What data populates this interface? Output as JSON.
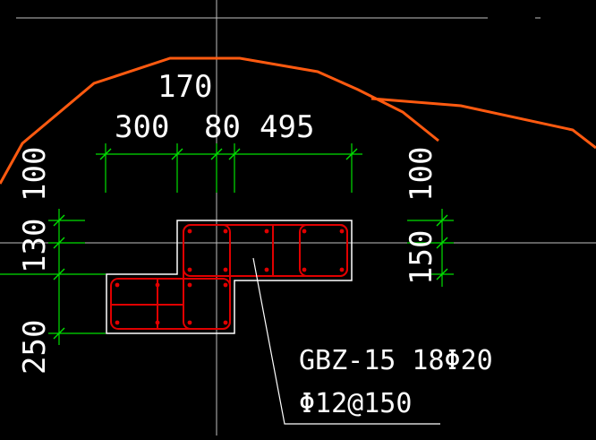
{
  "drawing": {
    "colors": {
      "background": "#000000",
      "crosshair": "#bfbfbf",
      "dimension": "#00e000",
      "contour": "#ff5a10",
      "outline": "#ffffff",
      "rebar": "#e00000",
      "text": "#ffffff"
    },
    "dimensions": {
      "top_overall": "170",
      "top_seg1": "300",
      "top_seg2": "80",
      "top_seg3": "495",
      "left_upper": "100",
      "left_mid": "130",
      "left_lower": "250",
      "right_upper": "100",
      "right_lower": "150"
    },
    "label": {
      "line1": "GBZ-15 18Φ20",
      "line2": "Φ12@150"
    }
  }
}
